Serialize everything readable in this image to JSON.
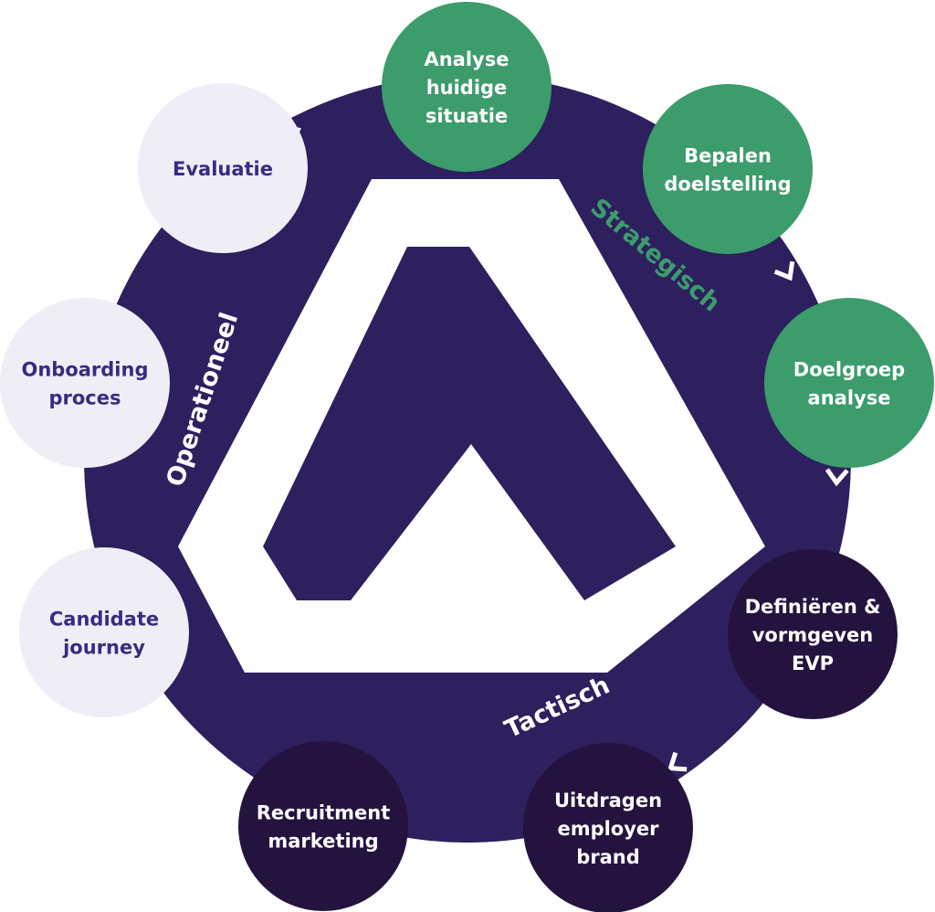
{
  "colors": {
    "ring": "#2e1f5e",
    "logo": "#ffffff",
    "strategic": "#3c9c6c",
    "tactical": "#24123f",
    "operational": "#efeef6",
    "operational_text": "#3a2a82",
    "light_text": "#ffffff",
    "strategic_label": "#3c9c6c",
    "chevron": "#ffffff"
  },
  "phase_labels": {
    "strategic": "Strategisch",
    "tactical": "Tactisch",
    "operational": "Operationeel"
  },
  "steps": [
    {
      "id": "analyse-huidige-situatie",
      "phase": "strategic",
      "lines": [
        "Analyse",
        "huidige",
        "situatie"
      ]
    },
    {
      "id": "bepalen-doelstelling",
      "phase": "strategic",
      "lines": [
        "Bepalen",
        "doelstelling"
      ]
    },
    {
      "id": "doelgroep-analyse",
      "phase": "strategic",
      "lines": [
        "Doelgroep",
        "analyse"
      ]
    },
    {
      "id": "definieren-vormgeven-evp",
      "phase": "tactical",
      "lines": [
        "Definiëren &",
        "vormgeven",
        "EVP"
      ]
    },
    {
      "id": "uitdragen-employer-brand",
      "phase": "tactical",
      "lines": [
        "Uitdragen",
        "employer",
        "brand"
      ]
    },
    {
      "id": "recruitment-marketing",
      "phase": "tactical",
      "lines": [
        "Recruitment",
        "marketing"
      ]
    },
    {
      "id": "candidate-journey",
      "phase": "operational",
      "lines": [
        "Candidate",
        "journey"
      ]
    },
    {
      "id": "onboarding-proces",
      "phase": "operational",
      "lines": [
        "Onboarding",
        "proces"
      ]
    },
    {
      "id": "evaluatie",
      "phase": "operational",
      "lines": [
        "Evaluatie"
      ]
    }
  ]
}
